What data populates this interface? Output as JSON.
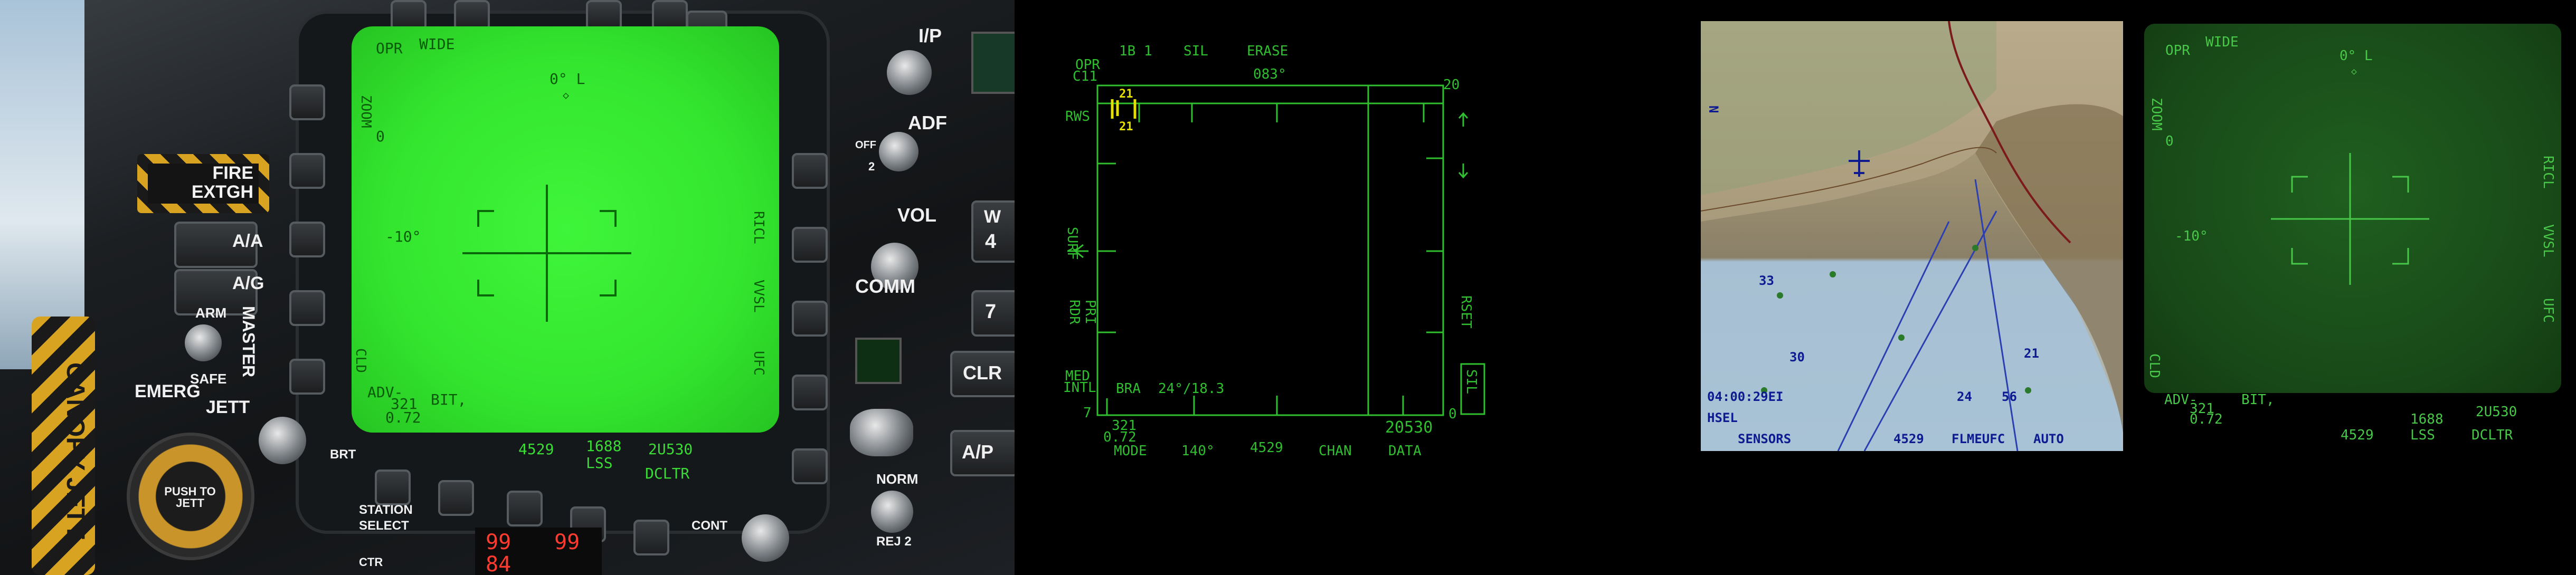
{
  "cockpit": {
    "mfd": {
      "top_left": "OPR",
      "top_mode": "WIDE",
      "bearing": "0° L",
      "side_left": "ZOOM",
      "zero_label": "0",
      "neg10": "-10°",
      "side_right_1": "RICL",
      "side_right_2": "VVSL",
      "side_right_3": "UFC",
      "side_left_lower": "CLD",
      "adv": "ADV-",
      "adv_val": "321",
      "bit": "BIT,",
      "mach": "0.72",
      "alt": "4529",
      "lss_val": "1688",
      "lss": "LSS",
      "dcltr_val": "2U530",
      "dcltr": "DCLTR"
    },
    "labels": {
      "fire": "FIRE",
      "extgh": "EXTGH",
      "aa": "A/A",
      "ag": "A/G",
      "arm": "ARM",
      "safe": "SAFE",
      "master": "MASTER",
      "emerg": "EMERG",
      "jett": "JETT",
      "canopy_jett": "CANOPY JETT",
      "push_to_jett": "PUSH TO JETT",
      "brt": "BRT",
      "cont": "CONT",
      "station": "STATION",
      "select": "SELECT",
      "ctr": "CTR",
      "ip": "I/P",
      "adf": "ADF",
      "off": "OFF",
      "two": "2",
      "vol": "VOL",
      "comm": "COMM",
      "w": "W",
      "four": "4",
      "seven": "7",
      "clr": "CLR",
      "ap": "A/P",
      "norm": "NORM",
      "rej": "REJ 2"
    },
    "seg": {
      "a": "99",
      "b": "99",
      "c": "84"
    }
  },
  "tac": {
    "top1": "1B 1",
    "top2": "SIL",
    "top3": "ERASE",
    "opr": "OPR",
    "c11": "C11",
    "heading": "083°",
    "rws": "RWS",
    "range_top": "20",
    "range_bot": "0",
    "trk1": "21",
    "trk2": "21",
    "surf": "SURF",
    "rdr": "RDR",
    "pri": "PRI",
    "rset": "RSET",
    "sil": "SIL",
    "med": "MED",
    "intl": "INTL",
    "bra_lbl": "BRA",
    "bra_val": "24°/18.3",
    "seven": "7",
    "b321": "321",
    "b072": "0.72",
    "mode": "MODE",
    "hdg140": "140°",
    "alt4529": "4529",
    "chan": "CHAN",
    "data": "DATA",
    "b20530": "20530"
  },
  "map": {
    "bottom_left": "SENSORS",
    "bottom_alt": "4529",
    "bottom_mid": "FLMEUFC",
    "bottom_right": "AUTO",
    "time": "04:00:29EI",
    "left_n": "N",
    "nums": [
      "33",
      "30",
      "21",
      "24",
      "56"
    ],
    "hsel": "HSEL"
  },
  "flir": {
    "opr": "OPR",
    "wide": "WIDE",
    "bearing": "0° L",
    "zoom": "ZOOM",
    "zero": "0",
    "neg10": "-10°",
    "ricl": "RICL",
    "vvsl": "VVSL",
    "ufc": "UFC",
    "cld": "CLD",
    "adv": "ADV-",
    "adv_val": "321",
    "mach": "0.72",
    "bit": "BIT,",
    "alt": "4529",
    "lss_val": "1688",
    "lss": "LSS",
    "dcltr_val": "2U530",
    "dcltr": "DCLTR"
  }
}
